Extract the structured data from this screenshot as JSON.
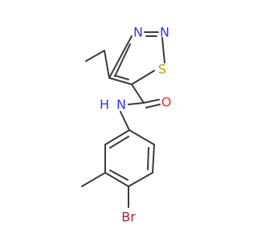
{
  "molecule": {
    "atom_labels": {
      "n3": {
        "text": "N",
        "color": "#3333ff"
      },
      "n2": {
        "text": "N",
        "color": "#3333ff"
      },
      "s1": {
        "text": "S",
        "color": "#b8a000"
      },
      "o": {
        "text": "O",
        "color": "#ff2a2a"
      },
      "nh": {
        "text": "N",
        "color": "#3333ff"
      },
      "h": {
        "text": "H",
        "color": "#3333ff"
      },
      "br": {
        "text": "Br",
        "color": "#a42828"
      }
    }
  }
}
